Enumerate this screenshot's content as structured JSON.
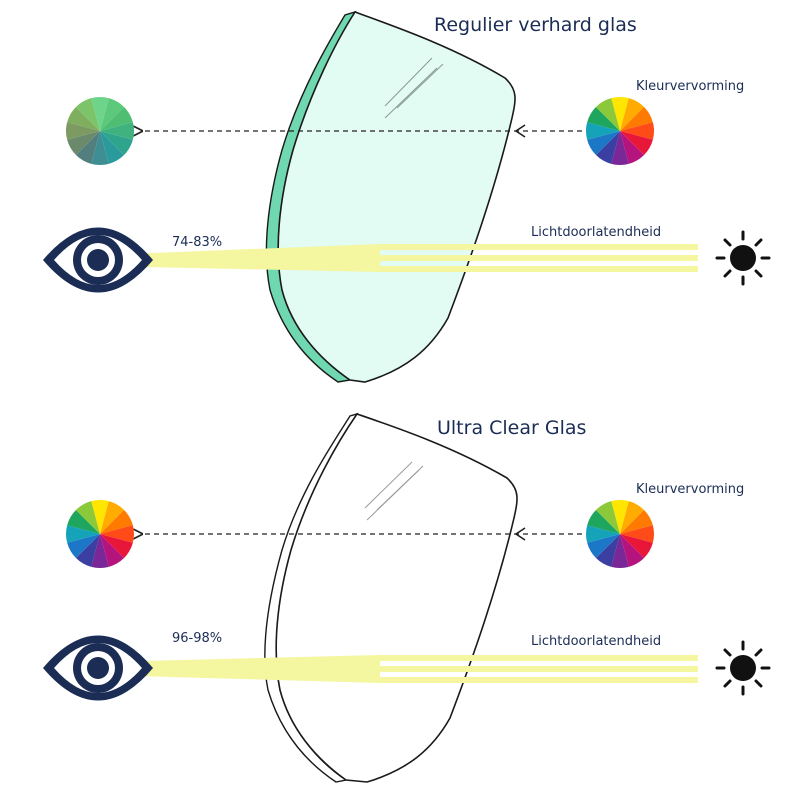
{
  "colors": {
    "navy": "#1b2d55",
    "tint_glass_face": "#e2fbf3",
    "tint_glass_edge": "#6fd8b0",
    "light_beam": "#f4f6a0",
    "sun": "#111111"
  },
  "panels": [
    {
      "title": "Regulier verhard glas",
      "color_label": "Kleurvervorming",
      "light_label": "Lichtdoorlatendheid",
      "percentage": "74-83%",
      "tinted": true,
      "left_wheel": [
        "#6ed48a",
        "#5cc97a",
        "#4fbe73",
        "#3fb27f",
        "#2fa48d",
        "#2b9a9c",
        "#3d8f94",
        "#527f7e",
        "#6b8a6c",
        "#7d9a62",
        "#7fae5e",
        "#7bc46a"
      ],
      "right_wheel": [
        "#ffe600",
        "#ffab00",
        "#ff7a00",
        "#ff4b18",
        "#e8173a",
        "#b5137d",
        "#7a2897",
        "#3b3fa2",
        "#1c77c7",
        "#14a3b8",
        "#1fa65e",
        "#8bc83a"
      ]
    },
    {
      "title": "Ultra Clear Glas",
      "color_label": "Kleurvervorming",
      "light_label": "Lichtdoorlatendheid",
      "percentage": "96-98%",
      "tinted": false,
      "left_wheel": [
        "#ffe600",
        "#ffab00",
        "#ff7a00",
        "#ff4b18",
        "#e8173a",
        "#b5137d",
        "#7a2897",
        "#3b3fa2",
        "#1c77c7",
        "#14a3b8",
        "#1fa65e",
        "#8bc83a"
      ],
      "right_wheel": [
        "#ffe600",
        "#ffab00",
        "#ff7a00",
        "#ff4b18",
        "#e8173a",
        "#b5137d",
        "#7a2897",
        "#3b3fa2",
        "#1c77c7",
        "#14a3b8",
        "#1fa65e",
        "#8bc83a"
      ]
    }
  ],
  "icons": {
    "eye": "eye-icon",
    "sun": "sun-icon",
    "color_wheel": "color-wheel-icon",
    "arrow": "dashed-arrow-icon"
  }
}
